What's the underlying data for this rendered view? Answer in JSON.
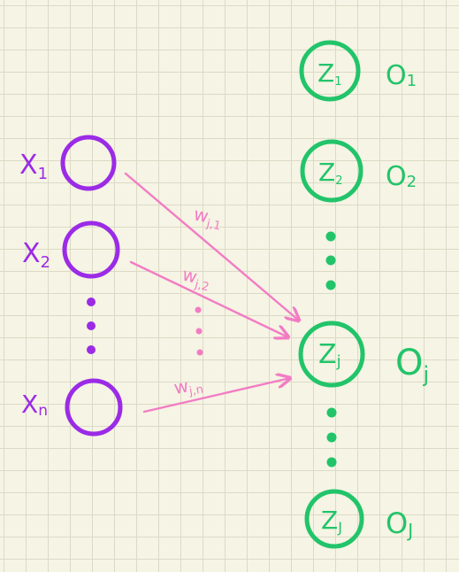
{
  "colors": {
    "input": "#9b2be6",
    "output": "#22c46a",
    "weight": "#f27cc4",
    "background": "#f6f4e4",
    "grid": "#dcdac6"
  },
  "inputs": [
    {
      "label": "X",
      "sub": "1"
    },
    {
      "label": "X",
      "sub": "2"
    },
    {
      "label": "X",
      "sub": "n"
    }
  ],
  "outputs": [
    {
      "node": "Z",
      "node_sub": "1",
      "out": "O",
      "out_sub": "1"
    },
    {
      "node": "Z",
      "node_sub": "2",
      "out": "O",
      "out_sub": "2"
    },
    {
      "node": "Z",
      "node_sub": "j",
      "out": "O",
      "out_sub": "j"
    },
    {
      "node": "Z",
      "node_sub": "J",
      "out": "O",
      "out_sub": "J"
    }
  ],
  "weights": [
    {
      "label": "w",
      "sub": "j,1"
    },
    {
      "label": "w",
      "sub": "j,2"
    },
    {
      "label": "w",
      "sub": "j,n"
    }
  ]
}
